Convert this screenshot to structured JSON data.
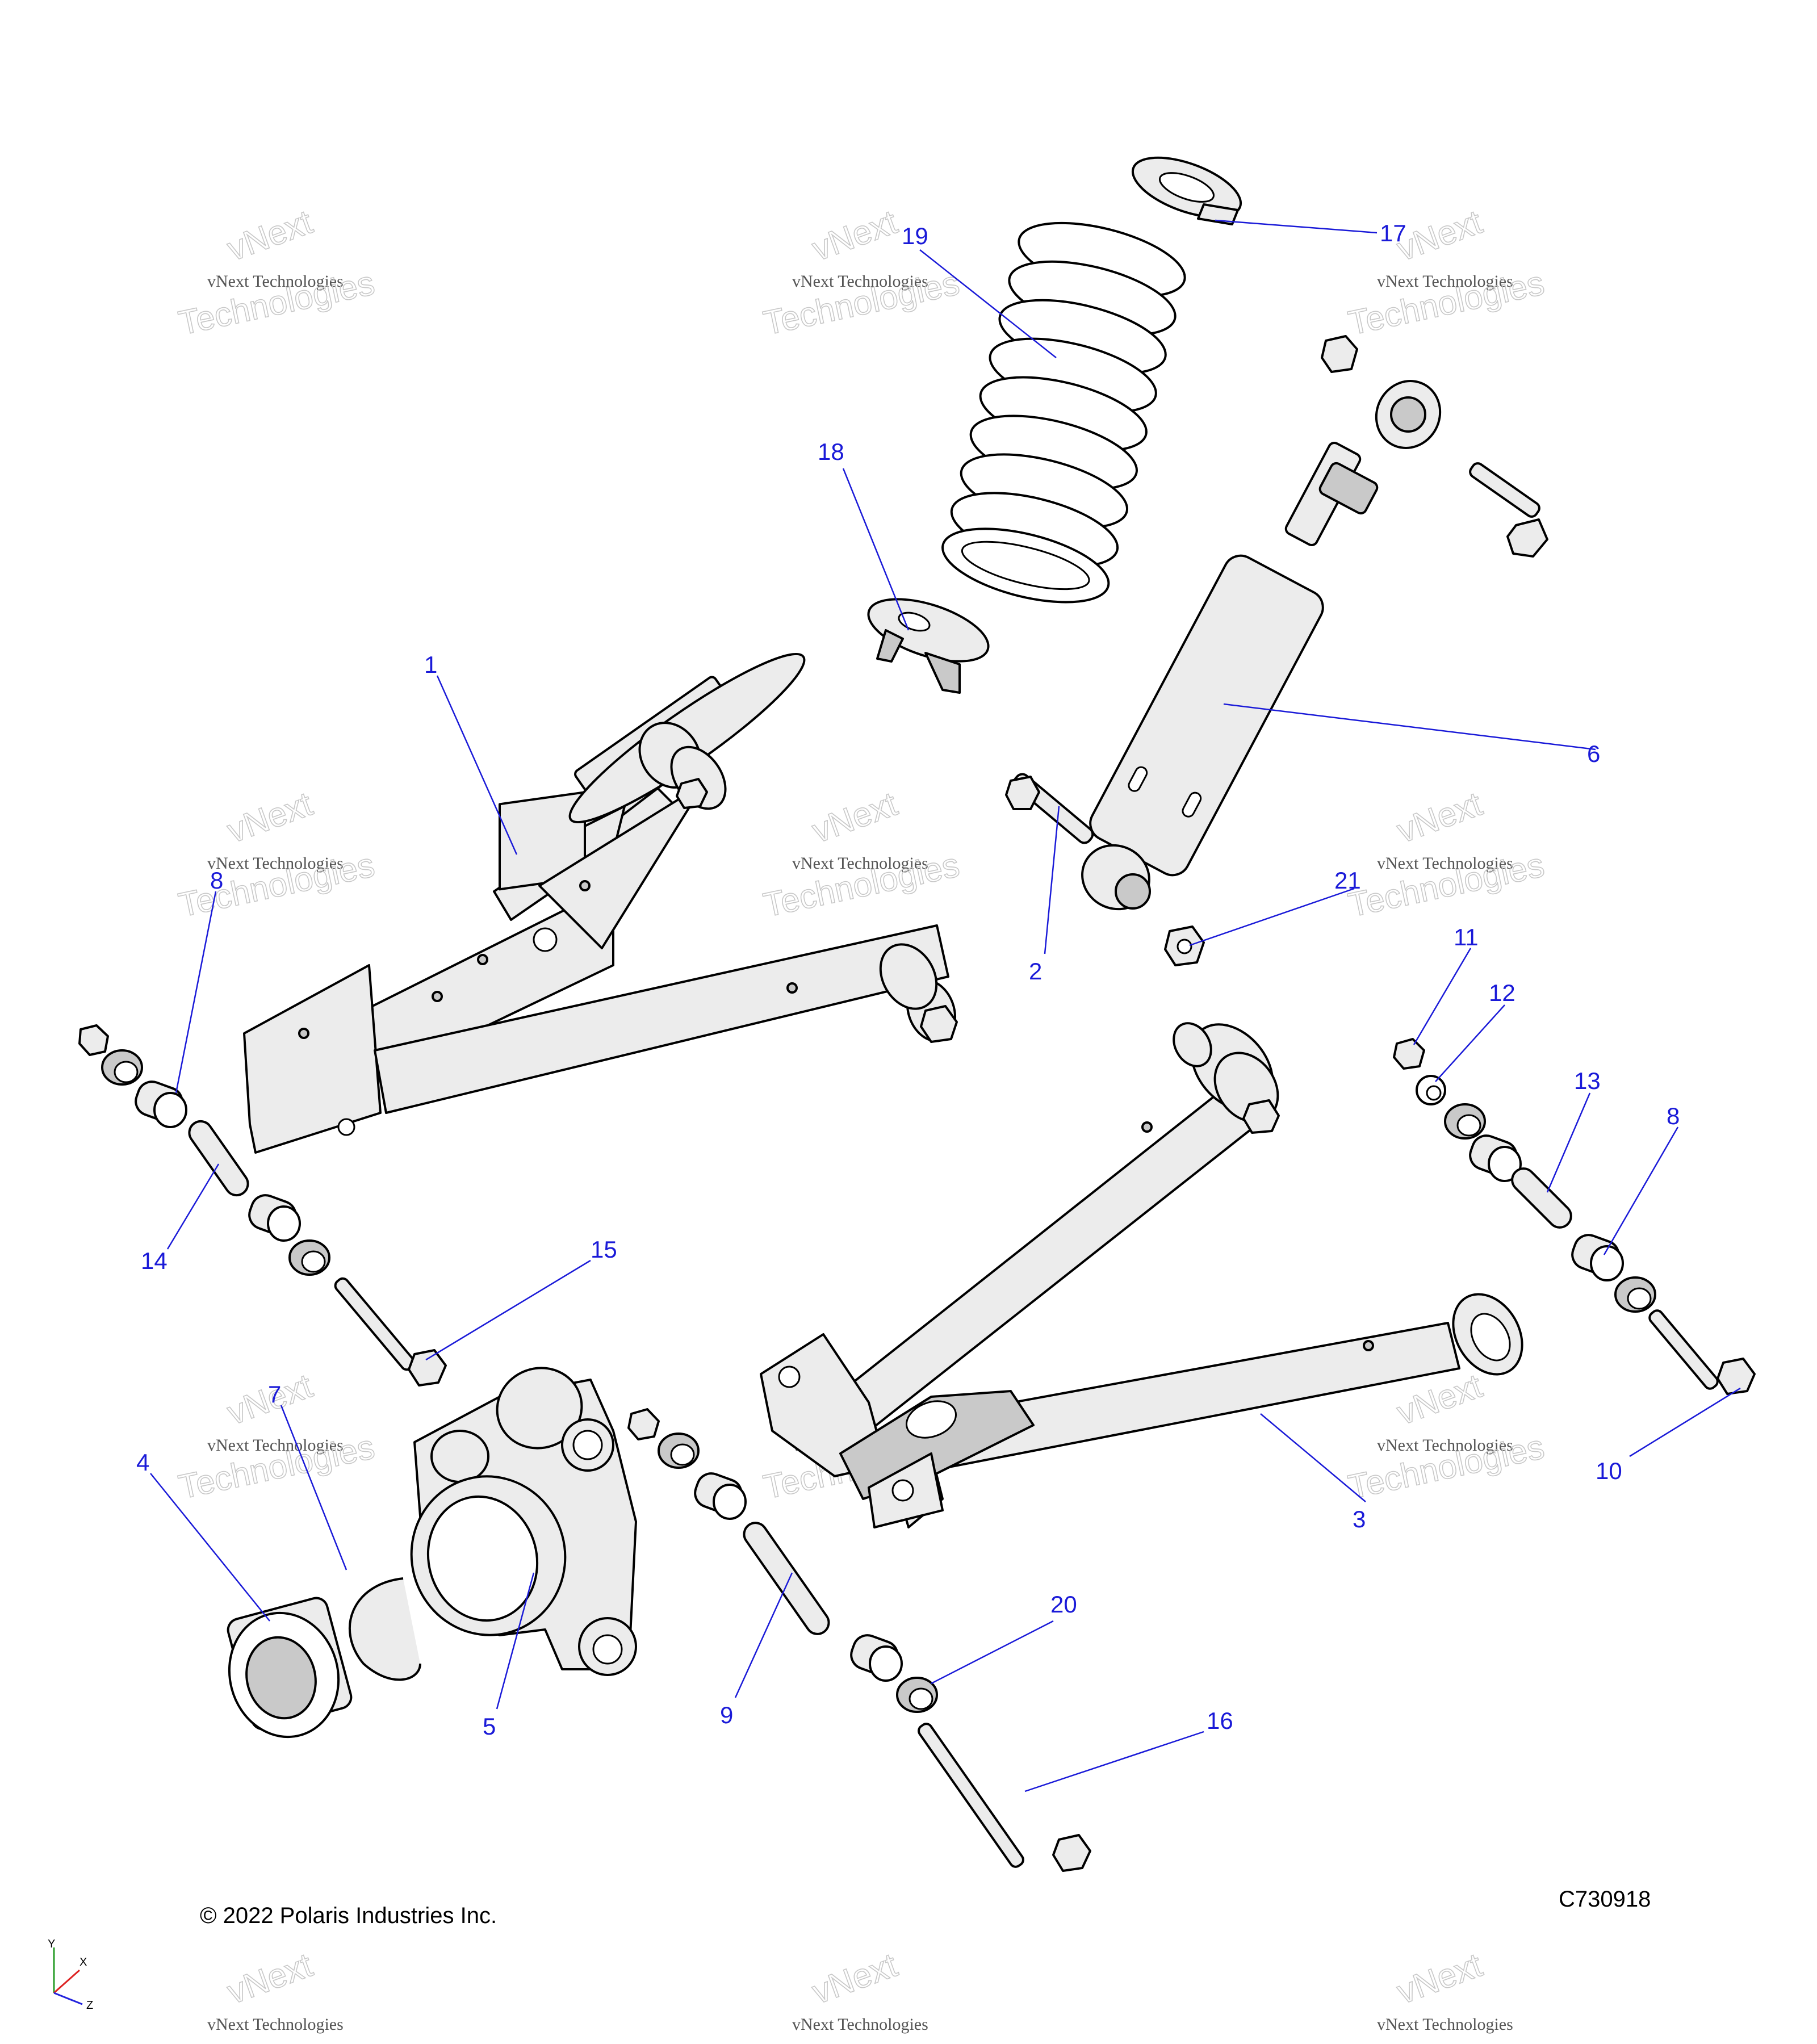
{
  "diagram": {
    "copyright": "© 2022 Polaris Industries Inc.",
    "code": "C730918",
    "watermark": {
      "line1": "vNext",
      "line2": "vNext Technologies",
      "line3": "Technologies"
    },
    "axes": {
      "y": "Y",
      "x": "X",
      "z": "Z"
    },
    "callouts": [
      {
        "id": "c1",
        "label": "1"
      },
      {
        "id": "c2",
        "label": "2"
      },
      {
        "id": "c3",
        "label": "3"
      },
      {
        "id": "c4",
        "label": "4"
      },
      {
        "id": "c5",
        "label": "5"
      },
      {
        "id": "c6",
        "label": "6"
      },
      {
        "id": "c7",
        "label": "7"
      },
      {
        "id": "c8a",
        "label": "8"
      },
      {
        "id": "c8b",
        "label": "8"
      },
      {
        "id": "c9",
        "label": "9"
      },
      {
        "id": "c10",
        "label": "10"
      },
      {
        "id": "c11",
        "label": "11"
      },
      {
        "id": "c12",
        "label": "12"
      },
      {
        "id": "c13",
        "label": "13"
      },
      {
        "id": "c14",
        "label": "14"
      },
      {
        "id": "c15",
        "label": "15"
      },
      {
        "id": "c16",
        "label": "16"
      },
      {
        "id": "c17",
        "label": "17"
      },
      {
        "id": "c18",
        "label": "18"
      },
      {
        "id": "c19",
        "label": "19"
      },
      {
        "id": "c20",
        "label": "20"
      },
      {
        "id": "c21",
        "label": "21"
      }
    ]
  },
  "colors": {
    "callout": "#1a1ad8",
    "part_fill": "#ececec",
    "outline": "#000000"
  }
}
